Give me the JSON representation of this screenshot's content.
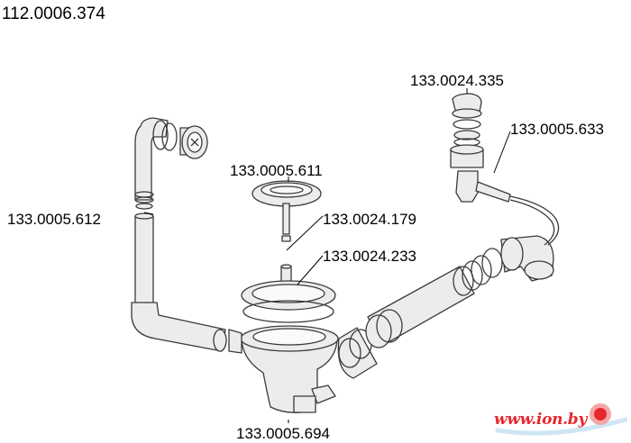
{
  "assembly_number": "112.0006.374",
  "parts": [
    {
      "id": "overflow_hose",
      "code": "133.0005.612"
    },
    {
      "id": "strainer_plug",
      "code": "133.0005.611"
    },
    {
      "id": "stem",
      "code": "133.0024.179"
    },
    {
      "id": "strainer_ring",
      "code": "133.0024.233"
    },
    {
      "id": "drain_knob",
      "code": "133.0024.335"
    },
    {
      "id": "cable",
      "code": "133.0005.633"
    },
    {
      "id": "basket_outlet",
      "code": "133.0005.694"
    }
  ],
  "watermark": {
    "text": "www.ion.by",
    "color": "#e8262d"
  }
}
